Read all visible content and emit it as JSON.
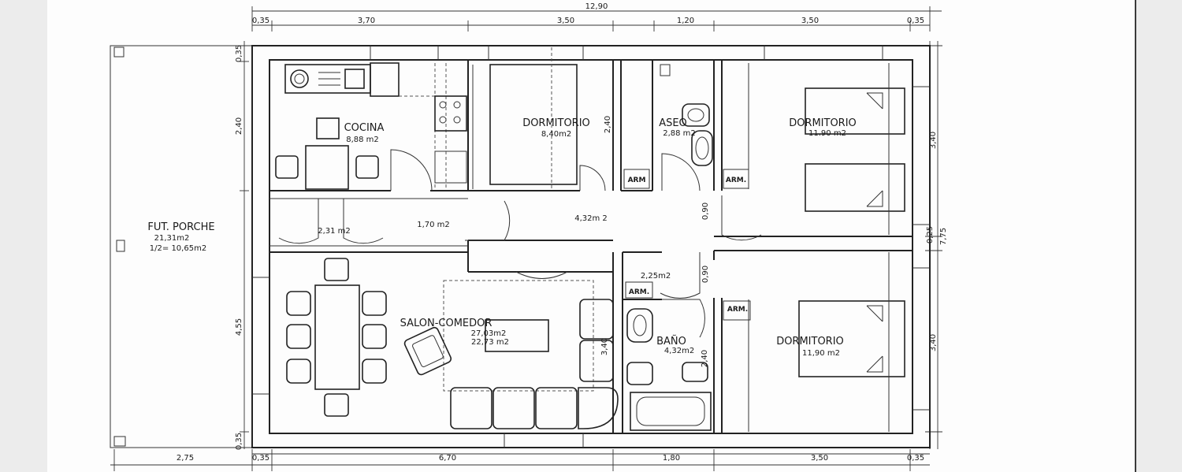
{
  "dimensions": {
    "top_total": "12,90",
    "top": [
      "0,35",
      "3,70",
      "3,50",
      "1,20",
      "3,50",
      "0,35"
    ],
    "bottom": [
      "2,75",
      "0,35",
      "6,70",
      "1,80",
      "3,50",
      "0,35"
    ],
    "left": [
      "0,35",
      "2,40",
      "4,55",
      "0,35"
    ],
    "right": [
      "3,40",
      "0,25",
      "7,75",
      "3,40"
    ],
    "inner": [
      "2,40",
      "0,90",
      "0,90",
      "3,40",
      "2,40"
    ]
  },
  "rooms": {
    "porche": {
      "name": "FUT. PORCHE",
      "area": "21,31m2",
      "half": "1/2= 10,65m2"
    },
    "cocina": {
      "name": "COCINA",
      "area": "8,88 m2"
    },
    "dorm1": {
      "name": "DORMITORIO",
      "area": "8,40m2"
    },
    "aseo": {
      "name": "ASEO",
      "area": "2,88 m2"
    },
    "dorm2": {
      "name": "DORMITORIO",
      "area": "11.90 m2"
    },
    "dorm3": {
      "name": "DORMITORIO",
      "area": "11,90 m2"
    },
    "salon": {
      "name": "SALON-COMEDOR",
      "area": "27,03m2",
      "alt_area": "22,73 m2"
    },
    "bano": {
      "name": "BAÑO",
      "area": "4,32m2"
    },
    "hall1": {
      "area": "2,31 m2"
    },
    "hall2": {
      "area": "1,70 m2"
    },
    "pasillo": {
      "area": "4,32m 2"
    },
    "arm_small": {
      "area": "2,25m2"
    }
  },
  "closets": [
    "ARM",
    "ARM.",
    "ARM.",
    "ARM."
  ]
}
